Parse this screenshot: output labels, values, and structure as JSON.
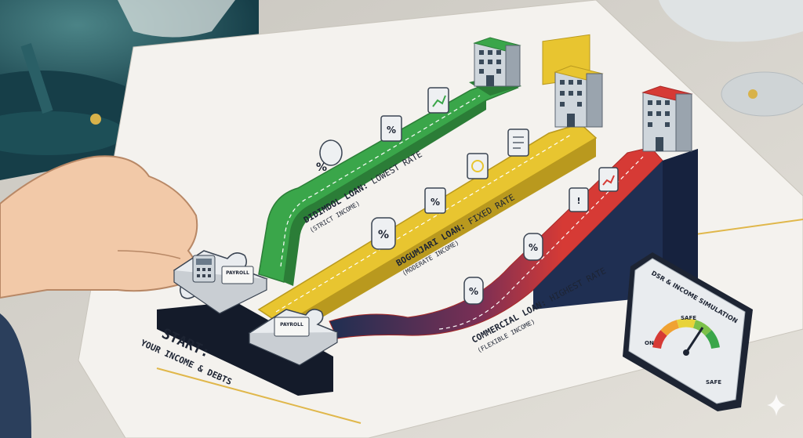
{
  "start": {
    "title": "START:",
    "subtitle": "YOUR INCOME & DEBTS"
  },
  "loans": [
    {
      "title": "DIDIMDOL LOAN:",
      "rate": "LOWEST RATE",
      "note": "(STRICT INCOME)",
      "color": "#3aa64a"
    },
    {
      "title": "BOGUMJARI LOAN:",
      "rate": "FIXED RATE",
      "note": "(MODERATE INCOME)",
      "color": "#e8c530"
    },
    {
      "title": "COMMERCIAL LOAN:",
      "rate": "HIGHEST RATE",
      "note": "(FLEXIBLE INCOME)",
      "color": "#d63a35"
    }
  ],
  "puzzle": {
    "top_label": "PAYROLL",
    "bottom_label": "PAYROLL"
  },
  "gauge": {
    "title": "DSR & INCOME SIMULATION",
    "label_left": "ON",
    "label_top": "SAFE",
    "label_right": "SAFE",
    "colors": [
      "#d63a35",
      "#f0a232",
      "#e8d33a",
      "#7cc04a",
      "#3aa64a"
    ]
  },
  "icons": [
    "percent-badge-icon",
    "calendar-icon",
    "chart-doc-icon",
    "clock-doc-icon",
    "calculator-icon",
    "building-icon",
    "sparkle-icon"
  ]
}
